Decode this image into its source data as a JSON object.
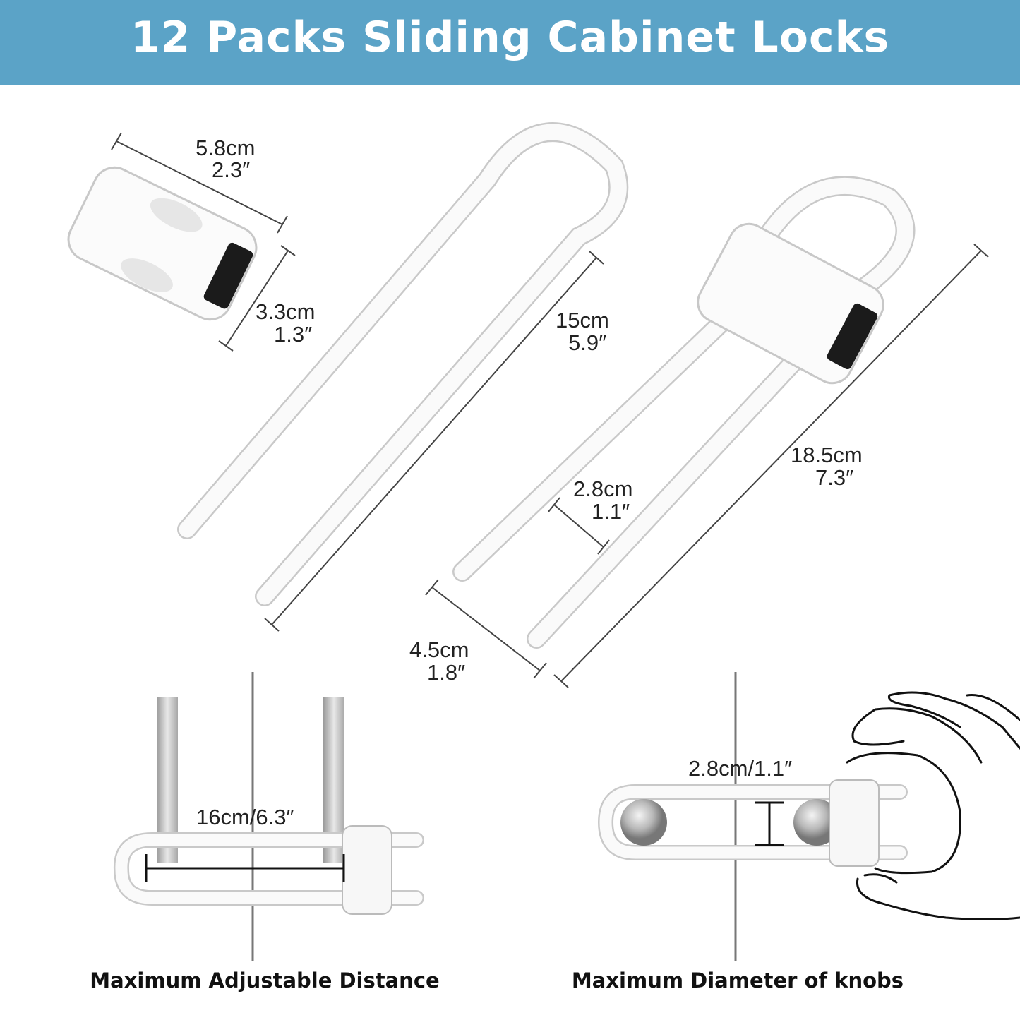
{
  "title": "12 Packs Sliding Cabinet Locks",
  "dimensions": {
    "block_length": {
      "cm": "5.8cm",
      "in": "2.3″"
    },
    "block_width": {
      "cm": "3.3cm",
      "in": "1.3″"
    },
    "rod_length": {
      "cm": "15cm",
      "in": "5.9″"
    },
    "total_length": {
      "cm": "18.5cm",
      "in": "7.3″"
    },
    "rod_gap": {
      "cm": "2.8cm",
      "in": "1.1″"
    },
    "u_width": {
      "cm": "4.5cm",
      "in": "1.8″"
    }
  },
  "adjustable": {
    "measure": "16cm/6.3″",
    "caption": "Maximum Adjustable Distance"
  },
  "knobs": {
    "measure": "2.8cm/1.1″",
    "caption": "Maximum Diameter of knobs"
  },
  "colors": {
    "banner": "#5ba3c7"
  }
}
